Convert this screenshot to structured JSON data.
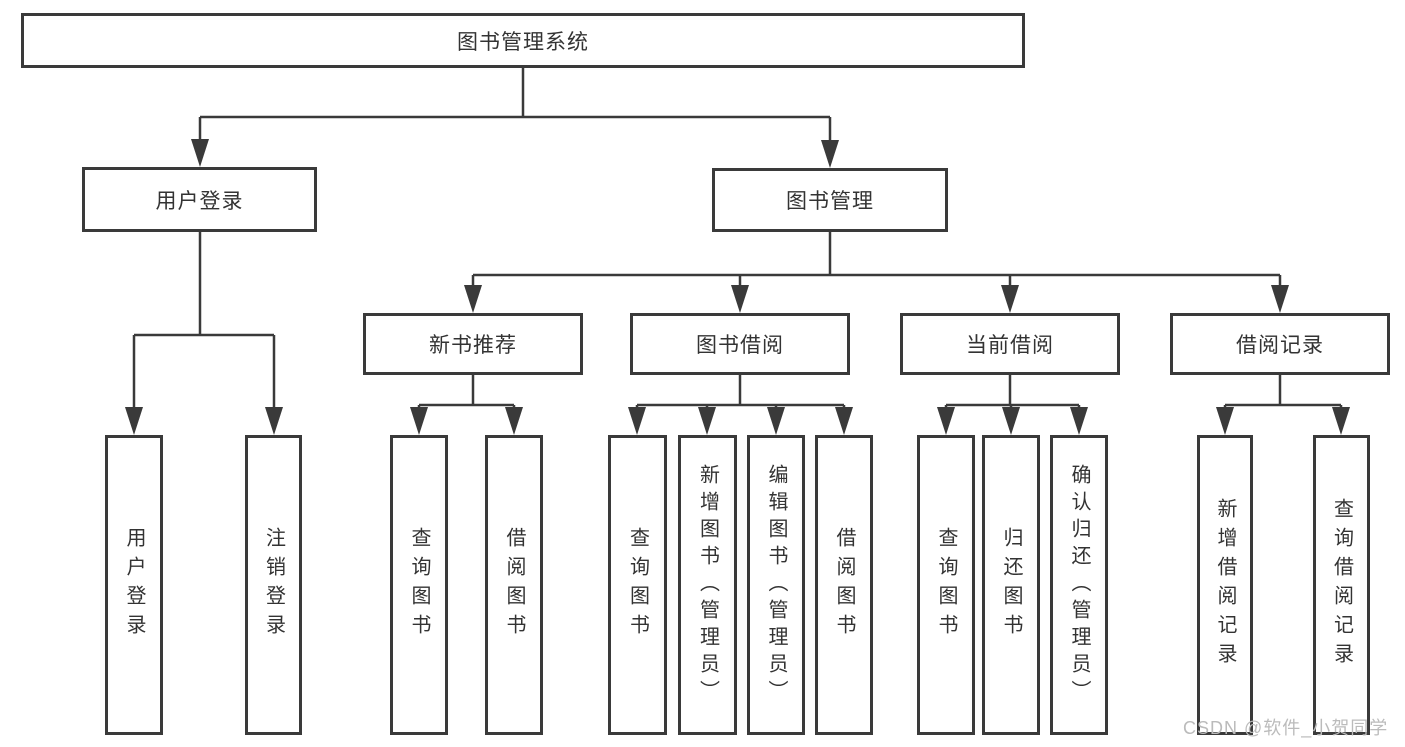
{
  "nodes": {
    "root": "图书管理系统",
    "user_login": "用户登录",
    "book_mgmt": "图书管理",
    "new_books": "新书推荐",
    "book_borrow": "图书借阅",
    "current_borrow": "当前借阅",
    "borrow_records": "借阅记录",
    "leaf_user_login": "用户登录",
    "leaf_logout": "注销登录",
    "leaf_new_query": "查询图书",
    "leaf_new_borrow": "借阅图书",
    "leaf_bb_query": "查询图书",
    "leaf_bb_add": "新增图书（管理员）",
    "leaf_bb_edit": "编辑图书（管理员）",
    "leaf_bb_borrow": "借阅图书",
    "leaf_cur_query": "查询图书",
    "leaf_cur_return": "归还图书",
    "leaf_cur_confirm": "确认归还（管理员）",
    "leaf_rec_add": "新增借阅记录",
    "leaf_rec_query": "查询借阅记录"
  },
  "watermark": "CSDN @软件_小贺同学",
  "colors": {
    "line": "#3a3a3a",
    "text": "#333333",
    "watermark": "#bbbbbb",
    "background": "#ffffff"
  }
}
